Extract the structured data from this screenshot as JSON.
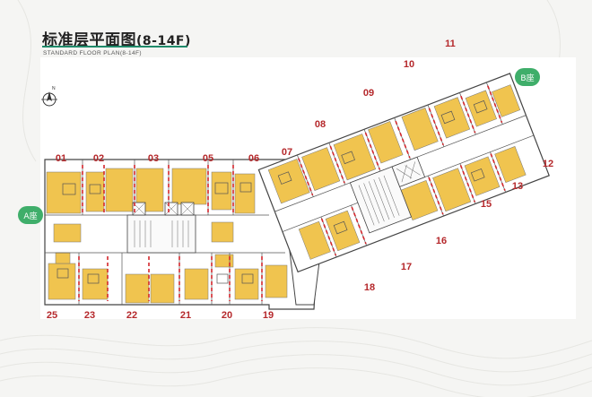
{
  "title": {
    "main": "标准层平面图",
    "suffix": "(8-14F)",
    "english": "STANDARD FLOOR PLAN(8-14F)"
  },
  "compass_label": "N",
  "zones": {
    "a": "A座",
    "b": "B座"
  },
  "units": [
    "01",
    "02",
    "03",
    "05",
    "06",
    "07",
    "08",
    "09",
    "10",
    "11",
    "12",
    "13",
    "15",
    "16",
    "17",
    "18",
    "19",
    "20",
    "21",
    "22",
    "23",
    "25"
  ],
  "colors": {
    "unit_fill": "#f0c44f",
    "divider": "#d3272d",
    "number": "#b5282b",
    "zone_badge": "#3fae6a",
    "title_underline": "#1f8a6a"
  }
}
